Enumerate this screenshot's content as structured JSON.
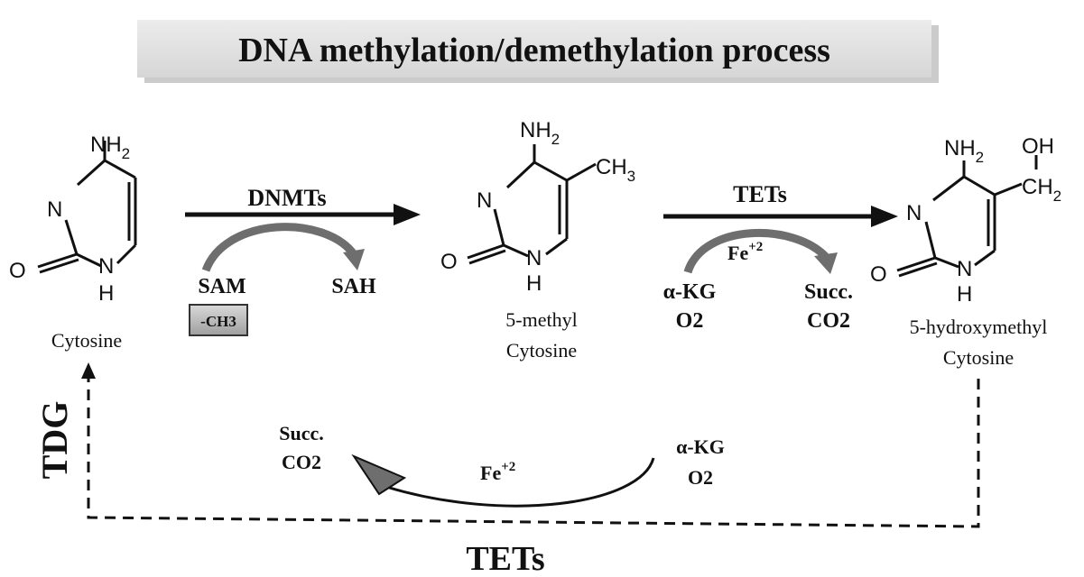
{
  "title": "DNA methylation/demethylation process",
  "molecules": {
    "cytosine": {
      "name": "Cytosine",
      "nh2": "NH",
      "nh2_sub": "2",
      "n_ring": "N",
      "o": "O",
      "nh": "N",
      "h": "H"
    },
    "methylcytosine": {
      "name_line1": "5-methyl",
      "name_line2": "Cytosine",
      "nh2": "NH",
      "nh2_sub": "2",
      "ch3": "CH",
      "ch3_sub": "3",
      "n_ring": "N",
      "o": "O",
      "nh": "N",
      "h": "H"
    },
    "hydroxymethylcytosine": {
      "name_line1": "5-hydroxymethyl",
      "name_line2": "Cytosine",
      "nh2": "NH",
      "nh2_sub": "2",
      "oh": "OH",
      "ch2": "CH",
      "ch2_sub": "2",
      "n_ring": "N",
      "o": "O",
      "nh": "N",
      "h": "H"
    }
  },
  "step1": {
    "enzyme": "DNMTs",
    "substrate": "SAM",
    "product": "SAH",
    "methyl_badge": "-CH3"
  },
  "step2": {
    "enzyme": "TETs",
    "cofactor": "Fe",
    "cofactor_sup": "+2",
    "input_line1": "α-KG",
    "input_line2": "O2",
    "output_line1": "Succ.",
    "output_line2": "CO2"
  },
  "bottom": {
    "enzyme": "TETs",
    "left_enzyme": "TDG",
    "cofactor": "Fe",
    "cofactor_sup": "+2",
    "input_line1": "α-KG",
    "input_line2": "O2",
    "output_line1": "Succ.",
    "output_line2": "CO2"
  },
  "colors": {
    "title_bg": "#e3e3e3",
    "title_shadow": "#9a9a9a",
    "text": "#111111",
    "curve_gray": "#6e6e6e",
    "badge_bg": "#bdbdbd"
  }
}
